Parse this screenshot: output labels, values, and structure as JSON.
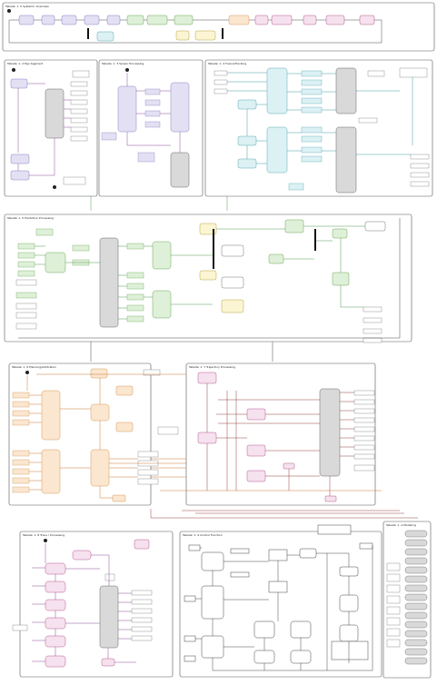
{
  "colors": {
    "lavender": "#e3e0f4",
    "lavender_stroke": "#8a82c4",
    "green": "#dff0d8",
    "green_stroke": "#6aa85a",
    "teal": "#dcf1f4",
    "teal_stroke": "#5aa9b4",
    "peach": "#fbe6cf",
    "peach_stroke": "#d49a5a",
    "pink": "#f6e1ee",
    "pink_stroke": "#b55a92",
    "yellow": "#fbf5d3",
    "yellow_stroke": "#b9a548",
    "gray": "#d9d9d9",
    "gray_stroke": "#666666",
    "wire_dark": "#333333",
    "wire_purple": "#7a3a8a",
    "wire_green": "#3f8f3f",
    "wire_teal": "#2f8f9a",
    "wire_orange": "#c46a1f",
    "wire_red": "#8a2b2b"
  },
  "panels": [
    {
      "id": "overview",
      "title": "Tabelle: 1. 0 Systemic Overview"
    },
    {
      "id": "ego",
      "title": "Tabelle: 1. 2 Ego Segment"
    },
    {
      "id": "sensor",
      "title": "Tabelle: 1. 3 Sensor Processing"
    },
    {
      "id": "fusion",
      "title": "Tabelle: 1. 4 Fusion/Tracking"
    },
    {
      "id": "prediction",
      "title": "Tabelle: 1. 5 Prediction Processing"
    },
    {
      "id": "planning",
      "title": "Tabelle: 1. 6 Planning/Arbitration"
    },
    {
      "id": "trajectory",
      "title": "Tabelle: 1. 7 Trajectory Processing"
    },
    {
      "id": "hmi",
      "title": "Tabelle: 1. 8 Trace / Processing"
    },
    {
      "id": "control",
      "title": "Tabelle: 1. 9 Control Function"
    },
    {
      "id": "legend",
      "title": "Tabelle: 1. A Modeling"
    }
  ],
  "legend_items": [
    "",
    "",
    "",
    "",
    "",
    "",
    "",
    "",
    "",
    "",
    "",
    "",
    "",
    "",
    ""
  ]
}
